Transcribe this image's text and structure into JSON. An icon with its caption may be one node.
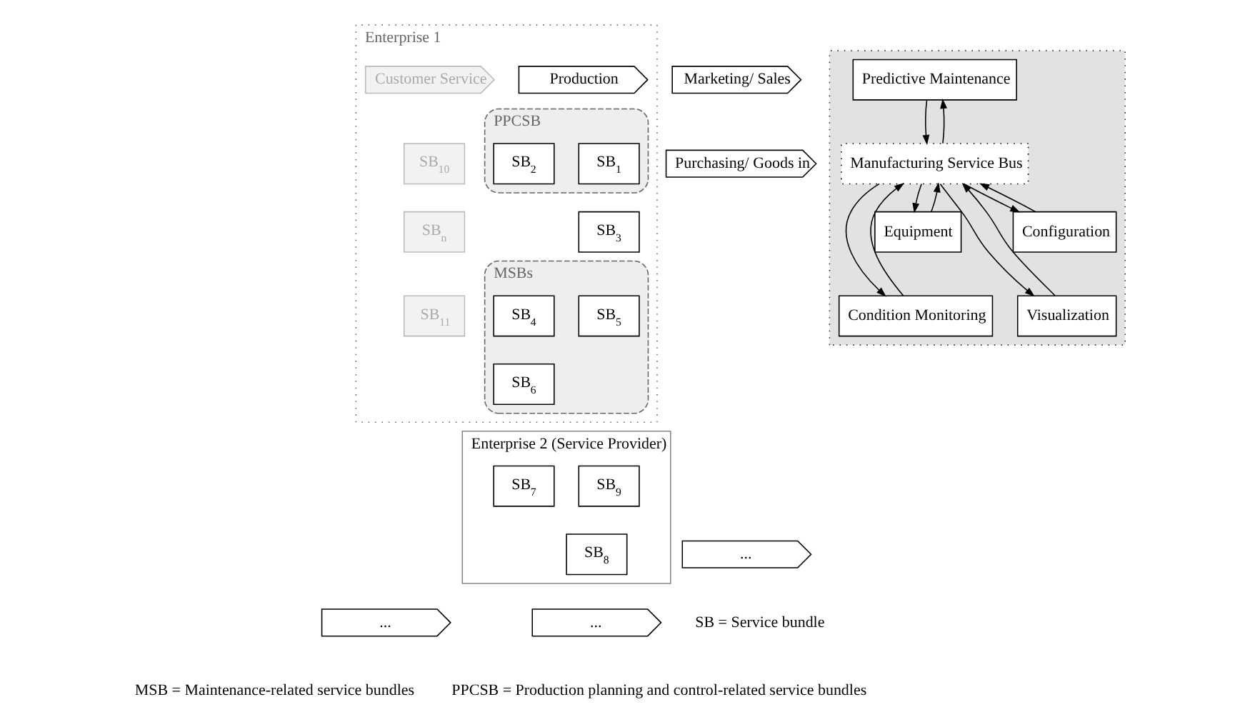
{
  "diagram": {
    "nodes": [
      {
        "text": [
          "Enterprise 1"
        ]
      },
      {
        "text": [
          "Purchasing/ Goods in"
        ]
      },
      {
        "text": [
          "Production"
        ],
        "in": 0
      },
      {
        "text": [
          "Marketing/ Sales"
        ]
      },
      {
        "text": [
          "Customer Service"
        ],
        "in": 0
      },
      {
        "text": [
          "PPCSB"
        ],
        "in": 0
      },
      {
        "text": [
          "SB$_{1}$"
        ],
        "in": 5
      },
      {
        "text": [
          "SB$_{2}$"
        ],
        "in": 5
      },
      {
        "text": [
          "SB$_{3}$"
        ],
        "in": 0
      },
      {
        "text": [
          "MSBs"
        ],
        "in": 0
      },
      {
        "text": [
          "SB$_{4}$"
        ],
        "in": 9
      },
      {
        "text": [
          "SB$_{5}$"
        ],
        "in": 9
      },
      {
        "text": [
          "SB$_{6}$"
        ],
        "in": 9
      },
      {
        "text": [
          "SB$_{10}$"
        ],
        "in": 0
      },
      {
        "text": [
          "SB$_{n}$"
        ],
        "in": 0
      },
      {
        "text": [
          "SB$_{11}$"
        ],
        "in": 0
      },
      {
        "text": [
          "Enterprise 2 (Service Provider)"
        ]
      },
      {
        "text": [
          "SB$_{9}$"
        ],
        "in": 16
      },
      {
        "text": [
          "SB$_{7}$"
        ],
        "in": 16
      },
      {
        "text": [
          "SB$_{8}$"
        ],
        "in": 16
      },
      {
        "text": [
          "..."
        ]
      },
      {
        "text": [
          "..."
        ]
      },
      {
        "text": [
          "..."
        ]
      },
      {
        "text": [],
        "shape": "box"
      },
      {
        "text": [
          "Predictive Maintenance"
        ],
        "in": 23
      },
      {
        "text": [
          "Equipment"
        ],
        "in": 23
      },
      {
        "text": [
          "Manufacturing Service Bus"
        ],
        "in": 23
      },
      {
        "text": [
          "Configuration"
        ],
        "in": 23
      },
      {
        "text": [
          "Condition Monitoring"
        ],
        "in": 23
      },
      {
        "text": [
          "Visualization"
        ],
        "in": 23
      }
    ],
    "edges": [
      {
        "from": 24,
        "to": 26,
        "arrow": "to"
      },
      {
        "from": 26,
        "to": 24,
        "arrow": "to"
      },
      {
        "from": 25,
        "to": 26,
        "arrow": "to"
      },
      {
        "from": 26,
        "to": 25,
        "arrow": "to"
      },
      {
        "from": 26,
        "to": 27,
        "arrow": "to"
      },
      {
        "from": 27,
        "to": 26,
        "arrow": "to"
      },
      {
        "from": 28,
        "to": 26,
        "arrow": "to"
      },
      {
        "from": 26,
        "to": 28,
        "arrow": "to"
      },
      {
        "from": 26,
        "to": 29,
        "arrow": "to"
      },
      {
        "from": 29,
        "to": 26,
        "arrow": "to"
      }
    ],
    "labels": [
      "MSB = Maintenance-related service bundles",
      "SB = Service bundle",
      "PPCSB = Production planning and control-related service bundles"
    ]
  }
}
